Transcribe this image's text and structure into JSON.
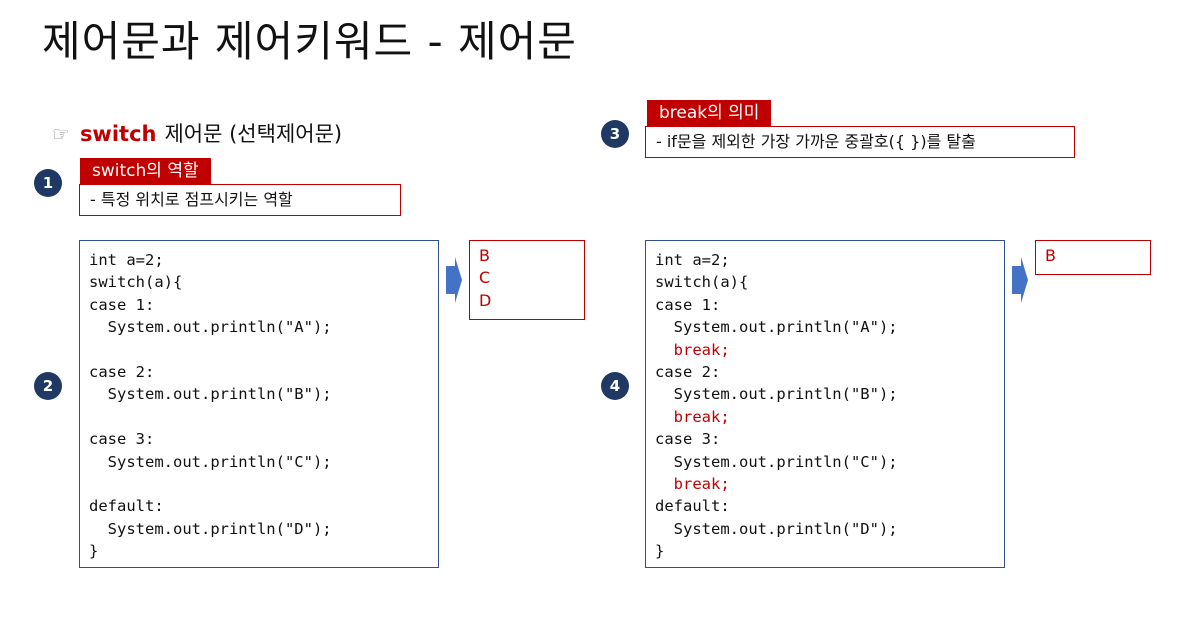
{
  "title": "제어문과 제어키워드 - 제어문",
  "heading": {
    "hand_icon": "☞",
    "keyword": "switch",
    "text": "제어문 (선택제어문)"
  },
  "badges": [
    "1",
    "2",
    "3",
    "4"
  ],
  "section1": {
    "tag": "switch의 역할",
    "desc": "-   특정 위치로 점프시키는 역할"
  },
  "section3": {
    "tag": "break의 의미",
    "desc": "-   if문을 제외한 가장 가까운 중괄호({ })를 탈출"
  },
  "code_left": [
    "int a=2;",
    "switch(a){",
    "case 1:",
    "  System.out.println(\"A\");",
    "",
    "case 2:",
    "  System.out.println(\"B\");",
    "",
    "case 3:",
    "  System.out.println(\"C\");",
    "",
    "default:",
    "  System.out.println(\"D\");",
    "}"
  ],
  "output_left": [
    "B",
    "C",
    "D"
  ],
  "code_right": [
    "int a=2;",
    "switch(a){",
    "case 1:",
    "  System.out.println(\"A\");",
    "  break;",
    "case 2:",
    "  System.out.println(\"B\");",
    "  break;",
    "case 3:",
    "  System.out.println(\"C\");",
    "  break;",
    "default:",
    "  System.out.println(\"D\");",
    "}"
  ],
  "output_right": [
    "B"
  ],
  "colors": {
    "accent_red": "#c00000",
    "badge_navy": "#1f3864",
    "code_border": "#2f4f8f",
    "arrow_blue": "#4472c4"
  }
}
